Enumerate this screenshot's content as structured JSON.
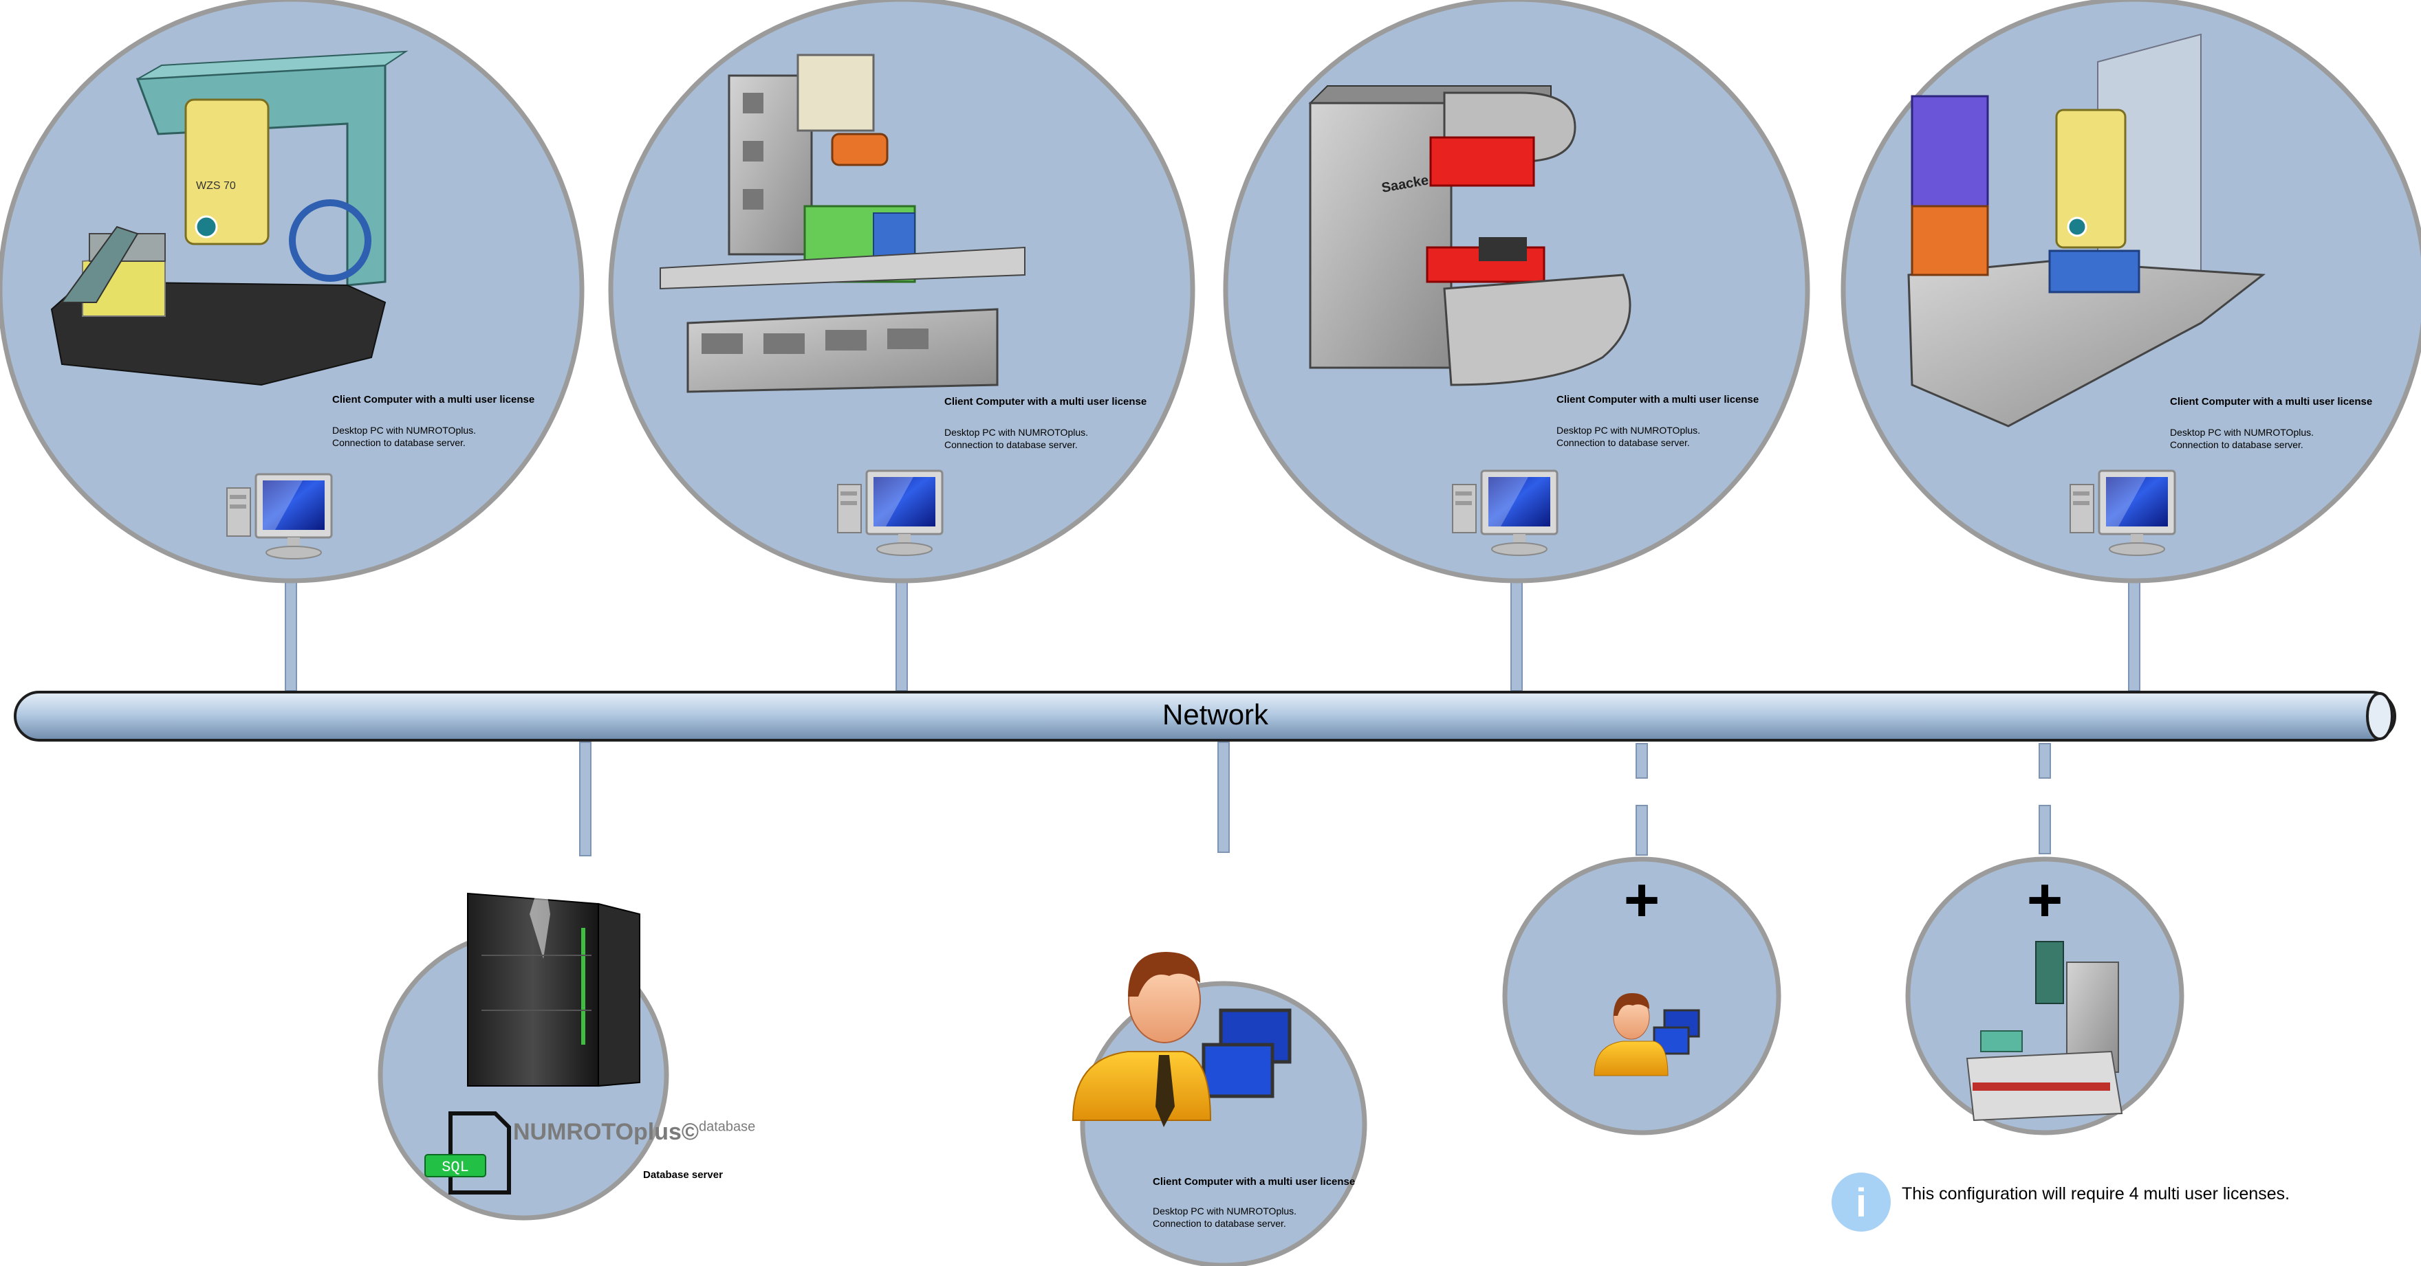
{
  "network": {
    "label": "Network"
  },
  "clients": [
    {
      "title": "Client Computer with a multi user license",
      "desc": [
        "Desktop PC with NUMROTOplus.",
        "Connection to database server."
      ],
      "machine_badge": "WZS 70"
    },
    {
      "title": "Client Computer with a multi user license",
      "desc": [
        "Desktop PC with NUMROTOplus.",
        "Connection to database server."
      ]
    },
    {
      "title": "Client Computer with a multi user license",
      "desc": [
        "Desktop PC with NUMROTOplus.",
        "Connection to database server."
      ],
      "machine_badge": "Saacke"
    },
    {
      "title": "Client Computer with a multi user license",
      "desc": [
        "Desktop PC with NUMROTOplus.",
        "Connection to database server."
      ]
    }
  ],
  "database": {
    "brand": "NUMROTOplus©",
    "brand_suffix": "database",
    "sql": "SQL",
    "title": "Database server"
  },
  "workstation": {
    "title": "Client Computer with a multi user license",
    "desc": [
      "Desktop PC with NUMROTOplus.",
      "Connection to database server."
    ]
  },
  "optional": {
    "plus1": "+",
    "plus2": "+"
  },
  "info": {
    "text": "This configuration will require 4 multi user licenses.",
    "icon": "i"
  },
  "colors": {
    "circle_fill": "#a9bed6",
    "circle_border": "#9b9b9b",
    "pipe": "#b4cbe3",
    "connector": "#a9bed6"
  }
}
